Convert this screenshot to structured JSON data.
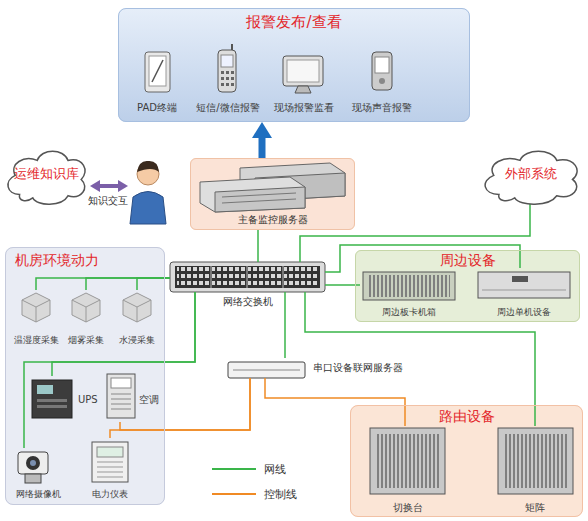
{
  "diagram": {
    "nodes": [
      {
        "text": [
          "报警发布/查看"
        ]
      },
      {
        "text": [
          "PAD终端"
        ],
        "in": 0
      },
      {
        "text": [
          "短信/微信报警"
        ],
        "in": 0
      },
      {
        "text": [
          "现场报警监看"
        ],
        "in": 0
      },
      {
        "text": [
          "现场声音报警"
        ],
        "in": 0
      },
      {
        "text": [
          "运维知识库"
        ]
      },
      {
        "text": [
          "主备监控服务器"
        ]
      },
      {
        "text": [
          "外部系统"
        ]
      },
      {
        "text": [
          "机房环境动力"
        ]
      },
      {
        "text": [
          "温湿度采集"
        ],
        "in": 8
      },
      {
        "text": [
          "烟雾采集"
        ],
        "in": 8
      },
      {
        "text": [
          "水浸采集"
        ],
        "in": 8
      },
      {
        "text": [
          "UPS"
        ],
        "in": 8
      },
      {
        "text": [
          "空调"
        ],
        "in": 8
      },
      {
        "text": [
          "网络摄像机"
        ],
        "in": 8
      },
      {
        "text": [
          "电力仪表"
        ],
        "in": 8
      },
      {
        "text": [
          "网络交换机"
        ]
      },
      {
        "text": [
          "周边设备"
        ]
      },
      {
        "text": [
          "周边板卡机箱"
        ],
        "in": 17
      },
      {
        "text": [
          "周边单机设备"
        ],
        "in": 17
      },
      {
        "text": [
          "串口设备联网服务器"
        ]
      },
      {
        "text": [
          "路由设备"
        ]
      },
      {
        "text": [
          "切换台"
        ],
        "in": 21
      },
      {
        "text": [
          "矩阵"
        ],
        "in": 21
      }
    ],
    "edges": [
      {
        "from": 6,
        "to": 0,
        "arrow": "to"
      },
      {
        "from": 16,
        "to": 6,
        "arrow": "none"
      },
      {
        "from": 16,
        "to": 7,
        "arrow": "none"
      },
      {
        "from": 16,
        "to": 9,
        "arrow": "none"
      },
      {
        "from": 16,
        "to": 10,
        "arrow": "none"
      },
      {
        "from": 16,
        "to": 11,
        "arrow": "none"
      },
      {
        "from": 16,
        "to": 12,
        "arrow": "none"
      },
      {
        "from": 16,
        "to": 14,
        "arrow": "none"
      },
      {
        "from": 16,
        "to": 18,
        "arrow": "none"
      },
      {
        "from": 16,
        "to": 19,
        "arrow": "none"
      },
      {
        "from": 16,
        "to": 23,
        "arrow": "none"
      },
      {
        "from": 16,
        "to": 20,
        "arrow": "none"
      },
      {
        "from": 20,
        "to": 22,
        "arrow": "none"
      },
      {
        "from": 20,
        "to": 15,
        "arrow": "none"
      },
      {
        "from": 20,
        "to": 13,
        "arrow": "none"
      }
    ],
    "labels": [
      "知识交互"
    ],
    "legend": [
      {
        "text": "网线"
      },
      {
        "text": "控制线"
      }
    ]
  }
}
